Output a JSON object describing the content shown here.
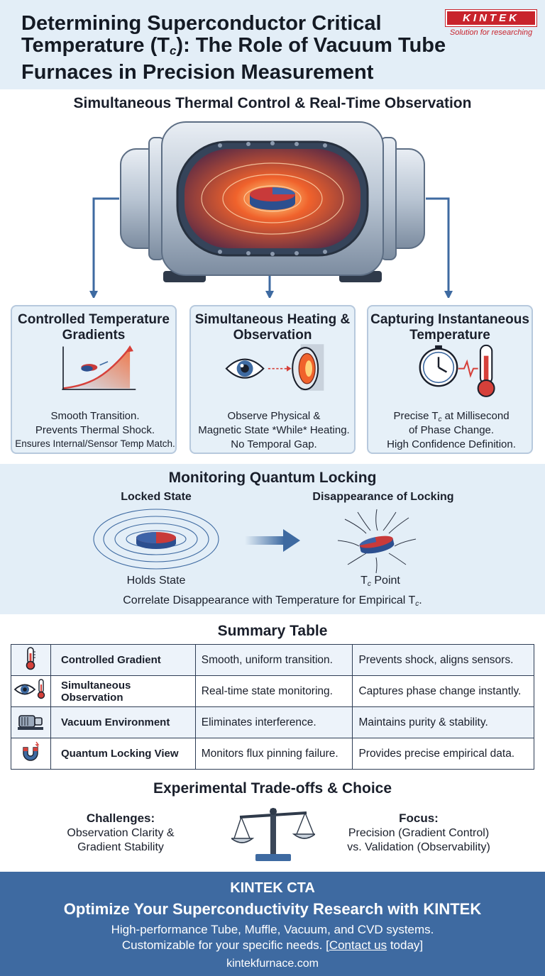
{
  "header": {
    "title_part1": "Determining Superconductor Critical Temperature (T",
    "title_sub": "c",
    "title_part2": "): The Role of Vacuum Tube Furnaces in Precision Measurement",
    "logo_text": "KINTEK",
    "logo_tagline": "Solution for researching"
  },
  "section1": {
    "title": "Simultaneous Thermal Control & Real-Time Observation",
    "cards": [
      {
        "title": "Controlled Temperature Gradients",
        "lines": [
          "Smooth Transition.",
          "Prevents Thermal Shock.",
          "Ensures Internal/Sensor Temp Match."
        ]
      },
      {
        "title": "Simultaneous Heating & Observation",
        "lines": [
          "Observe Physical &",
          "Magnetic State *While* Heating.",
          "No Temporal Gap."
        ]
      },
      {
        "title": "Capturing Instantaneous Temperature",
        "line1_pre": "Precise T",
        "line1_sub": "c",
        "line1_post": " at Millisecond",
        "lines": [
          "of Phase Change.",
          "High Confidence Definition."
        ]
      }
    ]
  },
  "quantum": {
    "title": "Monitoring Quantum Locking",
    "locked_label": "Locked State",
    "locked_caption": "Holds State",
    "disappear_label": "Disappearance of Locking",
    "tc_caption_pre": "T",
    "tc_caption_sub": "c",
    "tc_caption_post": " Point",
    "note_pre": "Correlate Disappearance with Temperature for Empirical T",
    "note_sub": "c",
    "note_post": "."
  },
  "summary": {
    "title": "Summary Table",
    "rows": [
      {
        "icon": "thermometer-icon",
        "name": "Controlled Gradient",
        "effect": "Smooth, uniform transition.",
        "benefit": "Prevents shock, aligns sensors."
      },
      {
        "icon": "eye-thermometer-icon",
        "name": "Simultaneous Observation",
        "effect": "Real-time state monitoring.",
        "benefit": "Captures phase change instantly."
      },
      {
        "icon": "vacuum-pump-icon",
        "name": "Vacuum Environment",
        "effect": "Eliminates interference.",
        "benefit": "Maintains purity & stability."
      },
      {
        "icon": "magnet-icon",
        "name": "Quantum Locking View",
        "effect": "Monitors flux pinning failure.",
        "benefit": "Provides precise empirical data."
      }
    ]
  },
  "tradeoffs": {
    "title": "Experimental Trade-offs & Choice",
    "challenges_label": "Challenges:",
    "challenges_lines": [
      "Observation Clarity &",
      "Gradient Stability"
    ],
    "focus_label": "Focus:",
    "focus_lines": [
      "Precision (Gradient Control)",
      "vs. Validation (Observability)"
    ]
  },
  "footer": {
    "cta": "KINTEK CTA",
    "headline": "Optimize Your Superconductivity Research with KINTEK",
    "line1": "High-performance Tube, Muffle, Vacuum, and CVD systems.",
    "line2_pre": "Customizable for your specific needs. [",
    "contact": "Contact us",
    "line2_post": " today]",
    "url": "kintekfurnace.com"
  },
  "colors": {
    "accent_blue": "#3e6aa1",
    "light_band": "#e3eef7",
    "brand_red": "#c8232c",
    "heat_orange": "#f0622c"
  }
}
